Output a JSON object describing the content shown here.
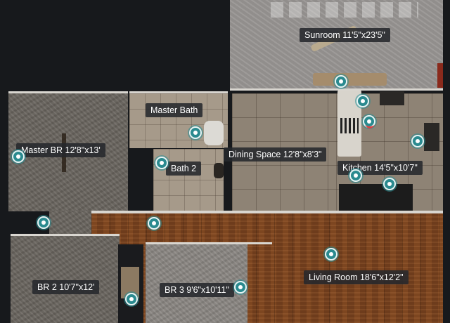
{
  "rooms": {
    "sunroom": "Sunroom 11'5\"x23'5\"",
    "master_bath": "Master Bath",
    "master_br": "Master BR 12'8\"x13'",
    "bath2": "Bath 2",
    "dining": "Dining Space 12'8\"x8'3\"",
    "kitchen": "Kitchen 14'5\"x10'7\"",
    "br2": "BR 2 10'7\"x12'",
    "br3": "BR 3 9'6\"x10'11\"",
    "living": "Living Room 18'6\"x12'2\""
  },
  "colors": {
    "hotspot": "#2a8a8f",
    "label_bg": "#26282c",
    "current_position": "#e04040"
  },
  "icons": {
    "hotspot": "pano-hotspot-icon",
    "current": "current-position-icon"
  }
}
